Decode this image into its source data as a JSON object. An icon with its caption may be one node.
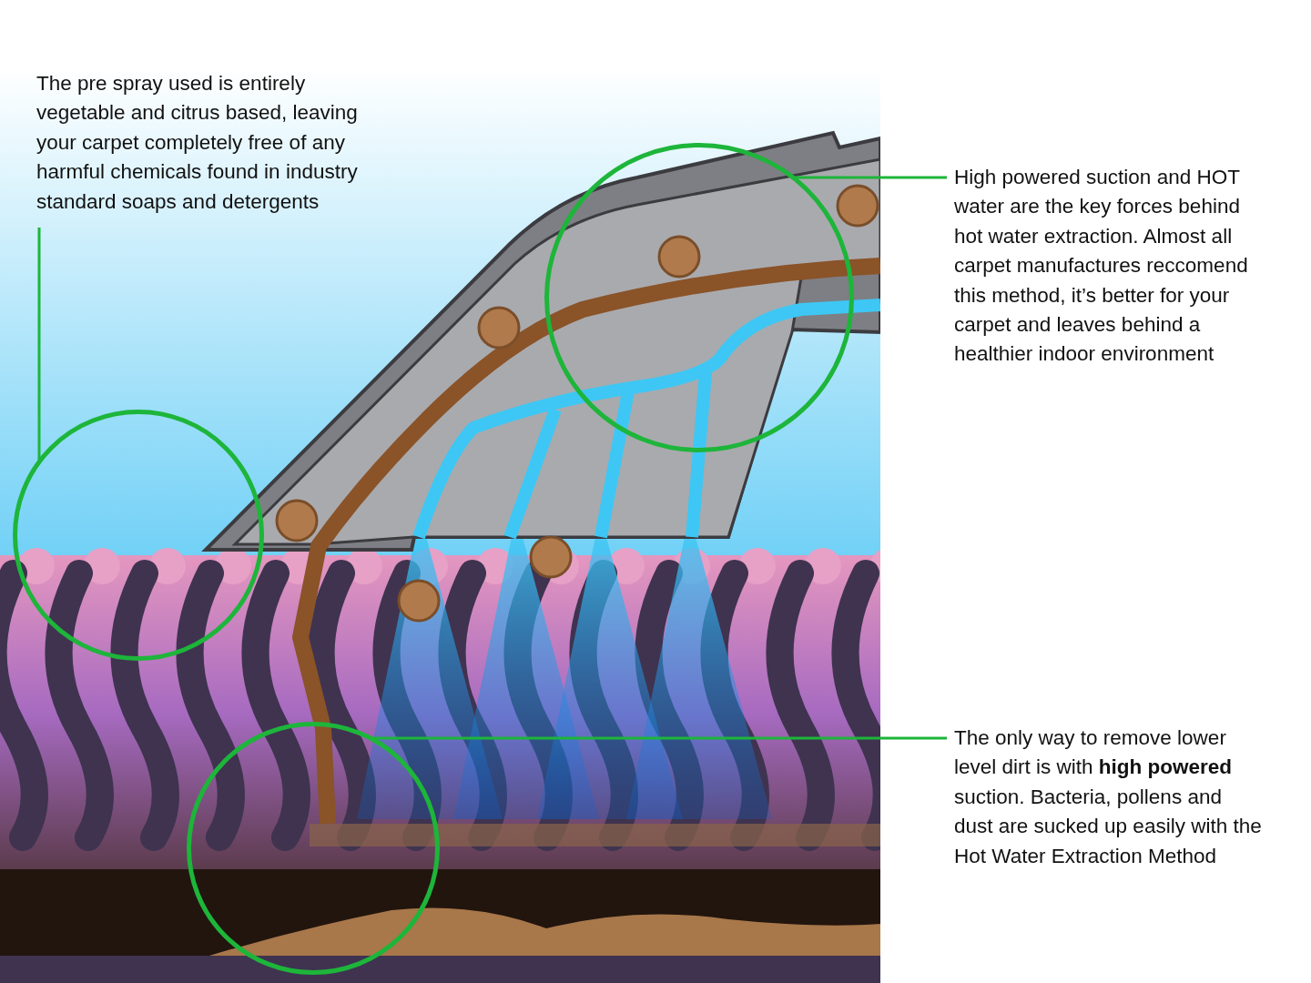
{
  "diagram": {
    "nodes": [
      {
        "text": [
          "The pre spray used is entirely vegetable and citrus based, leaving your carpet completely free of any harmful chemicals found in industry standard soaps and detergents"
        ]
      },
      {
        "text": [
          "High powered suction and HOT water are the key forces behind hot water extraction. Almost all carpet manufactures reccomend this method, it’s better for your carpet and leaves behind a healthier indoor environment"
        ]
      },
      {
        "text": [
          "The only way to remove lower level dirt is with **high powered** suction. Bacteria, pollens and dust are sucked up easily with the Hot Water Extraction Method"
        ]
      },
      {
        "text": [],
        "shape": "circle"
      },
      {
        "text": [],
        "shape": "circle"
      },
      {
        "text": [],
        "shape": "circle"
      }
    ],
    "edges": [
      {
        "from": 0,
        "to": 3,
        "arrow": "none"
      },
      {
        "from": 1,
        "to": 4,
        "arrow": "none"
      },
      {
        "from": 2,
        "to": 5,
        "arrow": "none"
      }
    ]
  }
}
